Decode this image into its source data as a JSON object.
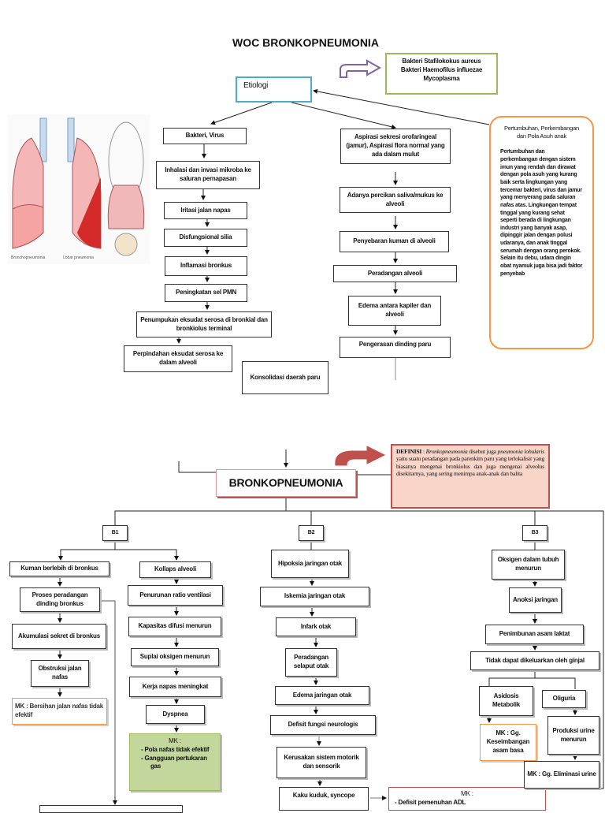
{
  "title": "WOC BRONKOPNEUMONIA",
  "etiologi": "Etiologi",
  "causes": {
    "line1": "Bakteri Stafilokokus aureus",
    "line2": "Bakteri Haemofilus influezae",
    "line3": "Mycoplasma"
  },
  "image_labels": {
    "left": "Bronchopneumonia",
    "right": "Lobar pneumonia"
  },
  "left_flow": [
    "Bakteri, Virus",
    "Inhalasi dan invasi mikroba ke saluran pernapasan",
    "Iritasi jalan napas",
    "Disfungsional silia",
    "Inflamasi bronkus",
    "Peningkatan sel PMN",
    "Penumpukan eksudat serosa di bronkial dan bronkiolus terminal",
    "Perpindahan eksudat serosa ke dalam alveoli",
    "Konsolidasi daerah paru"
  ],
  "right_flow": [
    "Aspirasi sekresi orofaringeal (jamur), Aspirasi flora normal yang ada dalam mulut",
    "Adanya percikan saliva/mukus ke alveoli",
    "Penyebaran kuman di alveoli",
    "Peradangan alveoli",
    "Edema antara kapiler dan alveoli",
    "Pengerasan dinding paru"
  ],
  "growth_box": {
    "title": "Pertumbuhan, Perkembangan dan Pola Asuh anak",
    "body": "Pertumbuhan dan perkembangan dengan sistem imun yang rendah dan dirawat dengan pola asuh yang kurang baik serta lingkungan yang tercemar bakteri, virus dan jamur yang menyerang pada saluran nafas atas. Lingkungan tempat tinggal yang kurang sehat seperti berada di lingkungan industri yang banyak asap, dipinggir jalan dengan polusi udaranya, dan anak tinggal serumah dengan orang perokok. Selain itu debu, udara dingin obat nyamuk juga bisa jadi faktor penyebab"
  },
  "main": "BRONKOPNEUMONIA",
  "definisi": {
    "label": "DEFINISI",
    "sep": " : ",
    "term1": "Bronkopneumonia",
    "mid": " disebut juga ",
    "term2": "pneumonia lobularis",
    "rest": " yaitu suatu peradangan pada parenkim paru yang terlokalisir yang biasanya mengenai bronkiolus dan juga mengenai alveolus disekitarnya, yang sering menimpa anak-anak dan balita"
  },
  "b1": {
    "label": "B1",
    "left": [
      "Kuman berlebih di bronkus",
      "Proses peradangan dinding bronkus",
      "Akumulasi sekret di bronkus",
      "Obstruksi jalan nafas",
      "MK : Bersihan jalan nafas tidak efektif"
    ],
    "right": [
      "Kollaps alveoli",
      "Penurunan ratio ventilasi",
      "Kapasitas difusi menurun",
      "Suplai oksigen menurun",
      "Kerja napas meningkat",
      "Dyspnea"
    ],
    "mk": {
      "head": "MK :",
      "items": [
        "Pola nafas tidak efektif",
        "Gangguan pertukaran gas"
      ]
    }
  },
  "b2": {
    "label": "B2",
    "flow": [
      "Hipoksia jaringan otak",
      "Iskemia jaringan otak",
      "Infark otak",
      "Peradangan selaput otak",
      "Edema jaringan otak",
      "Defisit fungsi neurologis",
      "Kerusakan sistem motorik dan sensorik",
      "Kaku kuduk, syncope"
    ],
    "mk": {
      "head": "MK :",
      "item": "- Defisit pemenuhan ADL"
    }
  },
  "b3": {
    "label": "B3",
    "flow": [
      "Oksigen dalam tubuh menurun",
      "Anoksi jaringan",
      "Penimbunan asam laktat",
      "Tidak dapat dikeluarkan oleh ginjal",
      "Asidosis Metabolik",
      "Oliguria",
      "MK : Gg. Keseimbangan asam basa",
      "Produksi urine menurun",
      "MK : Gg. Eliminasi urine"
    ]
  },
  "colors": {
    "etiologi_border": "#4bacc6",
    "causes_border": "#9bbb59",
    "arrow_purple": "#8064a2",
    "orange": "#f79646",
    "definisi_fill": "#f8d5c8",
    "definisi_border": "#c0504d",
    "mk_green": "#c3d69b"
  }
}
